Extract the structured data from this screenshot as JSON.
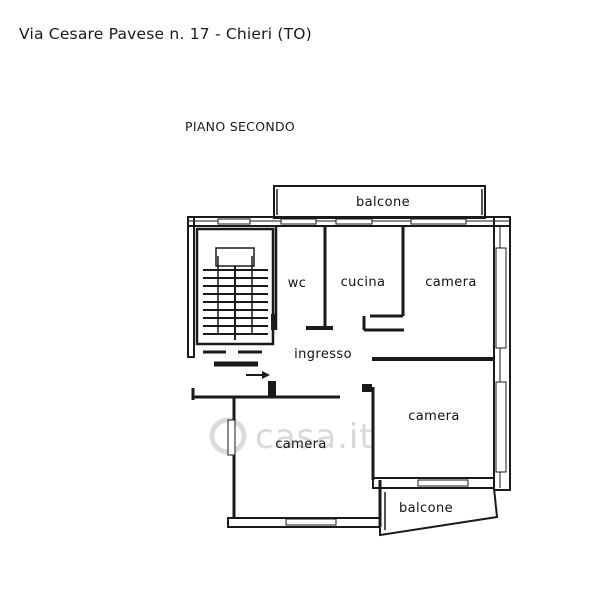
{
  "header": {
    "address": "Via Cesare Pavese n. 17 - Chieri (TO)",
    "floor": "PIANO SECONDO"
  },
  "rooms": {
    "balcone_top": "balcone",
    "wc": "wc",
    "cucina": "cucina",
    "camera_top_right": "camera",
    "ingresso": "ingresso",
    "camera_mid_right": "camera",
    "camera_bottom_left": "camera",
    "balcone_bottom": "balcone"
  },
  "watermark": "casa.it",
  "colors": {
    "wall": "#1a1a1a",
    "background": "#ffffff",
    "watermark": "#d9d9d9"
  }
}
